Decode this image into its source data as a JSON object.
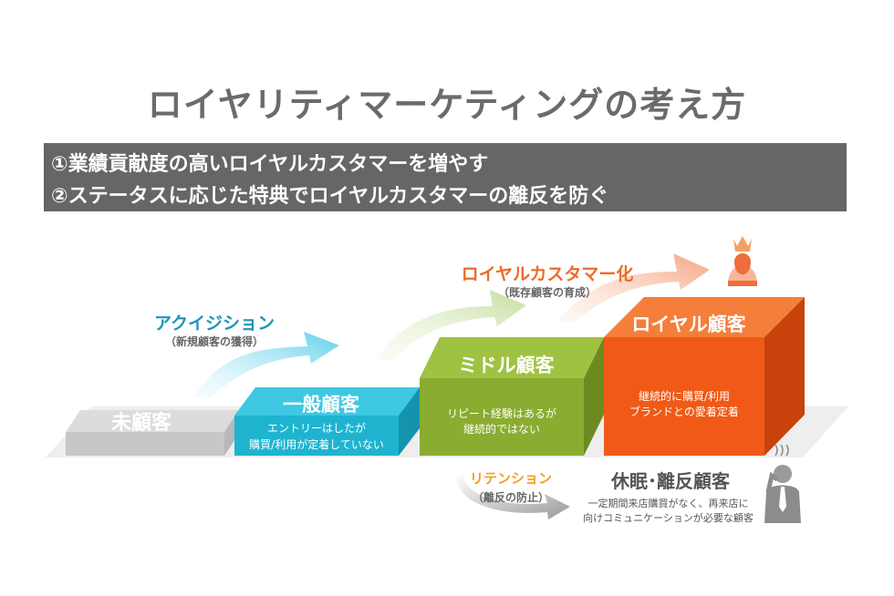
{
  "title": "ロイヤリティマーケティングの考え方",
  "banner": {
    "line1": "①業績貢献度の高いロイヤルカスタマーを増やす",
    "line2": "②ステータスに応じた特典でロイヤルカスタマーの離反を防ぐ"
  },
  "steps": {
    "mikokyaku": {
      "label": "未顧客"
    },
    "ippan": {
      "label": "一般顧客",
      "desc1": "エントリーはしたが",
      "desc2": "購買/利用が定着していない"
    },
    "middle": {
      "label": "ミドル顧客",
      "desc1": "リピート経験はあるが",
      "desc2": "継続的ではない"
    },
    "royal": {
      "label": "ロイヤル顧客",
      "desc1": "継続的に購買/利用",
      "desc2": "ブランドとの愛着定着"
    }
  },
  "arrows": {
    "acquisition": {
      "label": "アクイジション",
      "sub": "（新規顧客の獲得）"
    },
    "royalize": {
      "label": "ロイヤルカスタマー化",
      "sub": "（既存顧客の育成）"
    },
    "retention": {
      "label": "リテンション",
      "sub": "（離反の防止）"
    }
  },
  "dormant": {
    "label": "休眠･離反顧客",
    "desc1": "一定期間来店購買がなく、再来店に",
    "desc2": "向けコミュニケーションが必要な顧客"
  },
  "colors": {
    "gray_step": "#d0d0d0",
    "teal_step": "#1eb4cf",
    "green_step": "#8aac30",
    "orange_step": "#f05a16",
    "title_gray": "#6b6b6b",
    "banner_bg": "#666666",
    "acq_text": "#1f95b7",
    "royal_text": "#ee6a2a",
    "retention_text": "#f0a020"
  },
  "icons": [
    "crown-person-icon",
    "sad-person-icon"
  ]
}
